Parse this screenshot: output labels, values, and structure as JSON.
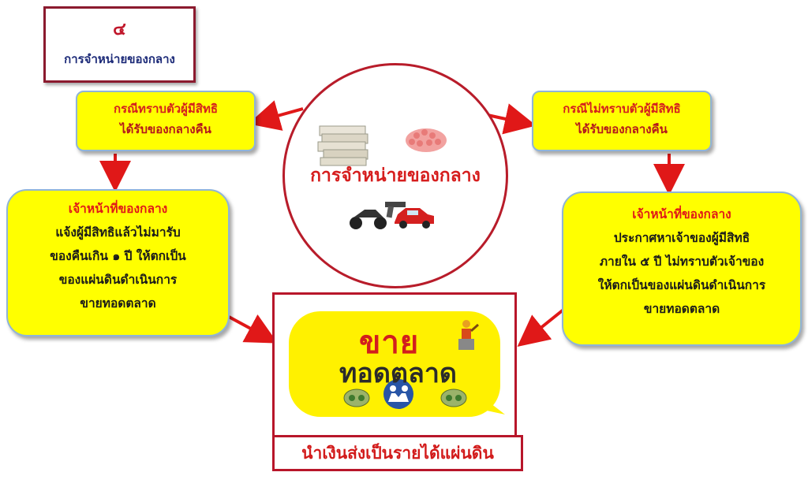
{
  "number_card": {
    "number": "๔",
    "title": "การจำหน่ายของกลาง"
  },
  "center": {
    "title": "การจำหน่ายของกลาง"
  },
  "left_case": {
    "line1": "กรณีทราบตัวผู้มีสิทธิ",
    "line2": "ได้รับของกลางคืน"
  },
  "right_case": {
    "line1": "กรณีไม่ทราบตัวผู้มีสิทธิ",
    "line2": "ได้รับของกลางคืน"
  },
  "left_detail": {
    "heading": "เจ้าหน้าที่ของกลาง",
    "lines": [
      "แจ้งผู้มีสิทธิแล้วไม่มารับ",
      "ของคืนเกิน ๑ ปี ให้ตกเป็น",
      "ของแผ่นดินดำเนินการ",
      "ขายทอดตลาด"
    ]
  },
  "right_detail": {
    "heading": "เจ้าหน้าที่ของกลาง",
    "lines": [
      "ประกาศหาเจ้าของผู้มีสิทธิ",
      "ภายใน ๕ ปี ไม่ทราบตัวเจ้าของ",
      "ให้ตกเป็นของแผ่นดินดำเนินการ",
      "ขายทอดตลาด"
    ]
  },
  "auction": {
    "line1": "ขาย",
    "line2": "ทอดตลาด"
  },
  "result": {
    "label": "นำเงินส่งเป็นรายได้แผ่นดิน"
  },
  "colors": {
    "yellow": "#ffff00",
    "red": "#d41e1e",
    "frame": "#b8162a",
    "navy": "#1c2a78"
  }
}
